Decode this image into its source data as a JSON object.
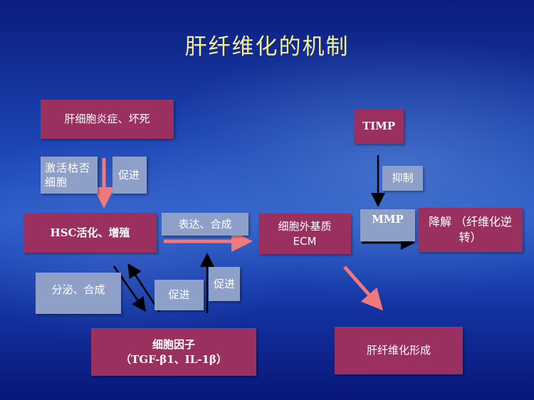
{
  "title": "肝纤维化的机制",
  "nodes": {
    "hepatocyte_injury": "肝细胞炎症、坏死",
    "activation_label": "激活枯否细胞",
    "promote_top": "促进",
    "hsc": "HSC活化、增殖",
    "express_synth": "表达、合成",
    "ecm": "细胞外基质ECM",
    "secrete_synth": "分泌、合成",
    "promote_mid": "促进",
    "promote_right": "促进",
    "cytokines_line1": "细胞因子",
    "cytokines_line2": "（TGF-β1、IL-1β）",
    "timp": "TIMP",
    "inhibit": "抑制",
    "mmp": "MMP",
    "degradation": "降解 （纤维化逆转）",
    "fibrosis": "肝纤维化形成"
  },
  "colors": {
    "node_fill": "#9a3060",
    "label_fill": "#8fa0c8",
    "title_color": "#f2ee9a",
    "pink_arrow": "#f07a7a",
    "black_arrow": "#000000"
  }
}
